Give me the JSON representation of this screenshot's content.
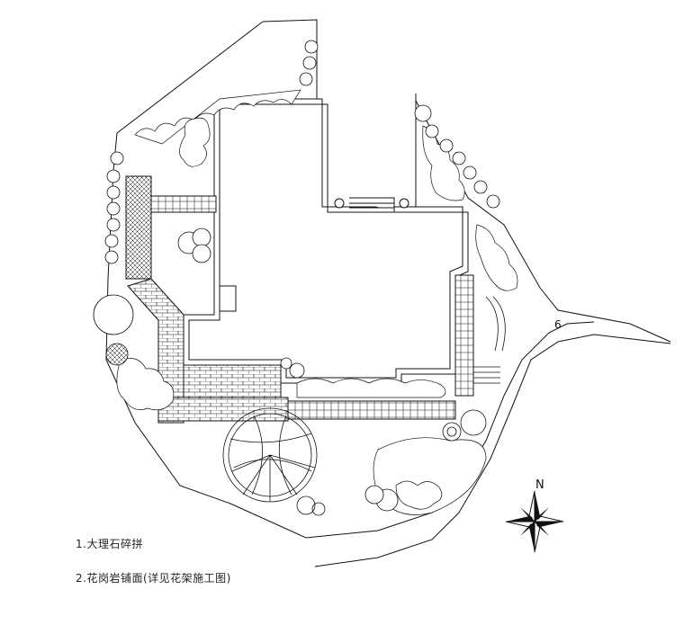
{
  "legend": {
    "item1": "1.大理石碎拼",
    "item2": "2.花岗岩铺面(详见花架施工图)"
  },
  "compass": {
    "north_label": "N"
  },
  "road": {
    "label": "6"
  },
  "colors": {
    "line": "#111111",
    "background": "#ffffff"
  }
}
